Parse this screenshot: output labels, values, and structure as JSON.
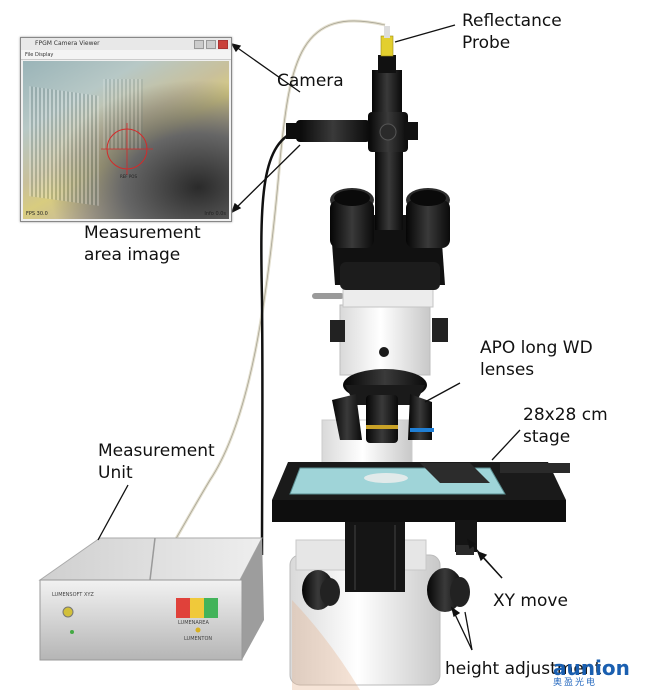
{
  "labels": {
    "reflectance_probe": [
      "Reflectance",
      "Probe"
    ],
    "camera": "Camera",
    "measurement_area_image": [
      "Measurement",
      "area image"
    ],
    "apo_lenses": [
      "APO long WD",
      "lenses"
    ],
    "stage": [
      "28x28 cm",
      "stage"
    ],
    "measurement_unit": [
      "Measurement",
      "Unit"
    ],
    "xy_move": "XY move",
    "height_adjustment": "height adjustment"
  },
  "inset": {
    "window_title": "FPGM Camera Viewer",
    "menu": "File   Display",
    "crosshair_label": "REF POS",
    "status_left": "FPS 30.0",
    "status_right": "Info 0.0s"
  },
  "unit_panel": {
    "brand": "LUMENSOFT XYZ",
    "product": "LUMENAREA",
    "maker": "LUMENTON"
  },
  "logo": {
    "name": "aunion",
    "sub": "奥盈光电"
  },
  "colors": {
    "probe_yellow": "#e3cf2e",
    "lens_ring_blue": "#1f7fd6",
    "stage_cyan": "#9fd4d8",
    "logo_blue": "#1a5fb0"
  }
}
